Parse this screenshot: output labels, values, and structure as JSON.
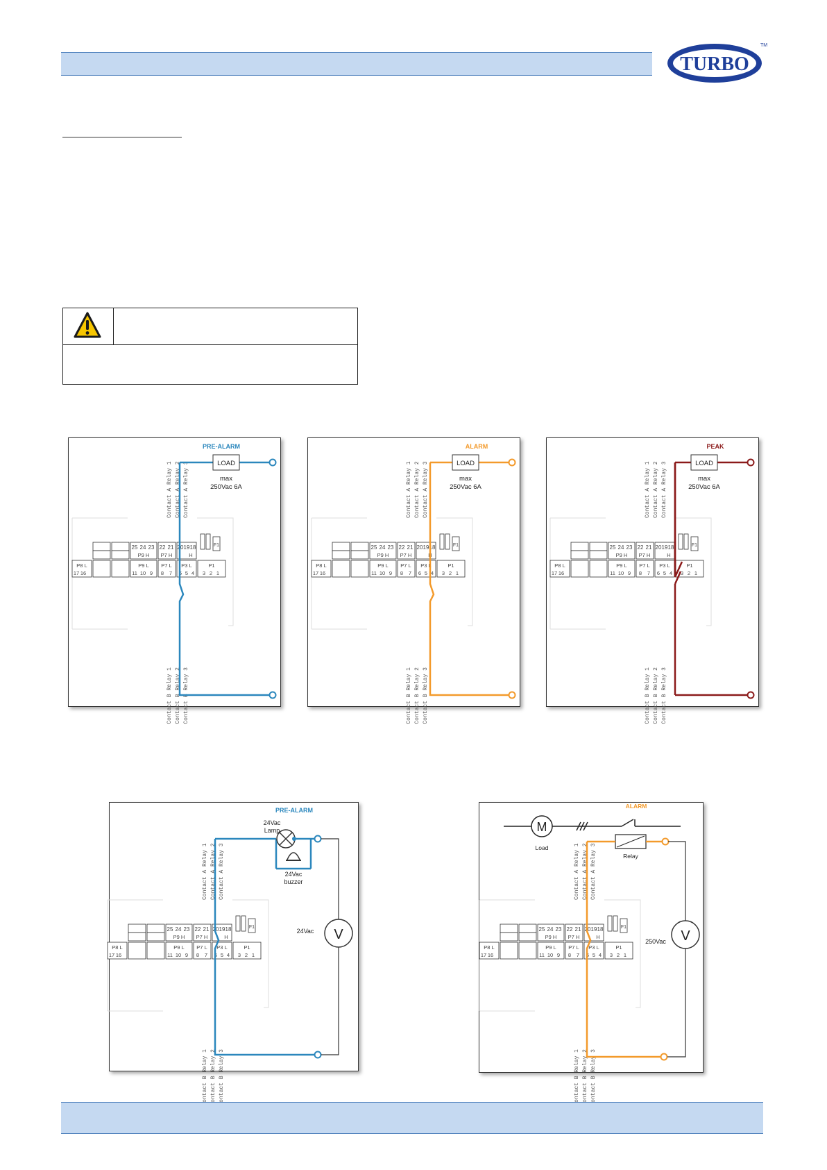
{
  "logo": {
    "text": "TURBO",
    "tm": "TM"
  },
  "diagrams": {
    "pre_alarm": {
      "title": "PRE-ALARM",
      "load": "LOAD",
      "rating_1": "max",
      "rating_2": "250Vac 6A"
    },
    "alarm": {
      "title": "ALARM",
      "load": "LOAD",
      "rating_1": "max",
      "rating_2": "250Vac 6A"
    },
    "peak": {
      "title": "PEAK",
      "load": "LOAD",
      "rating_1": "max",
      "rating_2": "250Vac 6A"
    },
    "lamp_buzzer": {
      "title": "PRE-ALARM",
      "lamp_1": "24Vac",
      "lamp_2": "Lamp",
      "buzzer_1": "24Vac",
      "buzzer_2": "buzzer",
      "supply": "24Vac",
      "meter": "V"
    },
    "motor_relay": {
      "title": "ALARM",
      "motor": "M",
      "load": "Load",
      "relay": "Relay",
      "supply": "250Vac",
      "meter": "V"
    }
  },
  "contacts": {
    "a": [
      "Contact A  Relay 1",
      "Contact A  Relay 2",
      "Contact A  Relay 3"
    ],
    "b": [
      "Contact B  Relay 1",
      "Contact B  Relay 2",
      "Contact B  Relay 3"
    ]
  },
  "board": {
    "top_nums_a": [
      "25",
      "24",
      "23"
    ],
    "top_nums_b": [
      "22",
      "21"
    ],
    "top_nums_c": [
      "20",
      "19",
      "18"
    ],
    "p9h": "P9  H",
    "p7h": "P7  H",
    "h": "H",
    "p8l": "P8  L",
    "p8_nums": [
      "17",
      "16"
    ],
    "p9l": "P9  L",
    "p9_nums": [
      "11",
      "10",
      "9"
    ],
    "p7l": "P7  L",
    "p7_nums": [
      "8",
      "7"
    ],
    "p3l": "P3  L",
    "p3_nums": [
      "6",
      "5",
      "4"
    ],
    "p1": "P1",
    "p1_nums": [
      "3",
      "2",
      "1"
    ],
    "f1": "F1"
  },
  "colors": {
    "pre_alarm": "#2b87bd",
    "alarm": "#f39a2b",
    "peak": "#8b1a1a",
    "header": "#c5d9f1",
    "logo_blue": "#1f3f9a"
  },
  "icons": {
    "warning": "warning-triangle-icon",
    "lamp": "lamp-icon",
    "buzzer": "buzzer-icon",
    "motor": "motor-icon",
    "voltmeter": "voltmeter-icon"
  }
}
